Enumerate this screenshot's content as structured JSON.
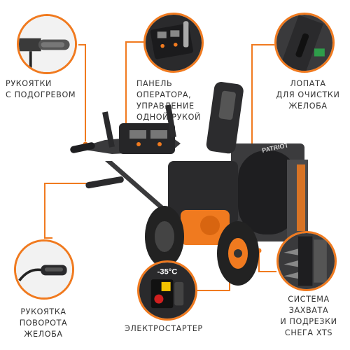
{
  "accent_color": "#f07a1f",
  "features": [
    {
      "lines": [
        "Рукоятки",
        "с подогревом"
      ],
      "icon": "heated-handle-icon"
    },
    {
      "lines": [
        "Панель",
        "оператора,",
        "управление",
        "одной рукой"
      ],
      "icon": "control-panel-icon"
    },
    {
      "lines": [
        "Лопата",
        "для очистки",
        "желоба"
      ],
      "icon": "chute-shovel-icon"
    },
    {
      "lines": [
        "Рукоятка",
        "поворота",
        "желоба"
      ],
      "icon": "chute-rotation-handle-icon"
    },
    {
      "lines": [
        "Электростартер"
      ],
      "icon": "electric-starter-icon"
    },
    {
      "lines": [
        "Система",
        "захвата",
        "и подрезки",
        "снега XTS"
      ],
      "icon": "auger-system-icon"
    }
  ],
  "starter_temp": "-35°C",
  "machine_brand": "PATRIOT"
}
